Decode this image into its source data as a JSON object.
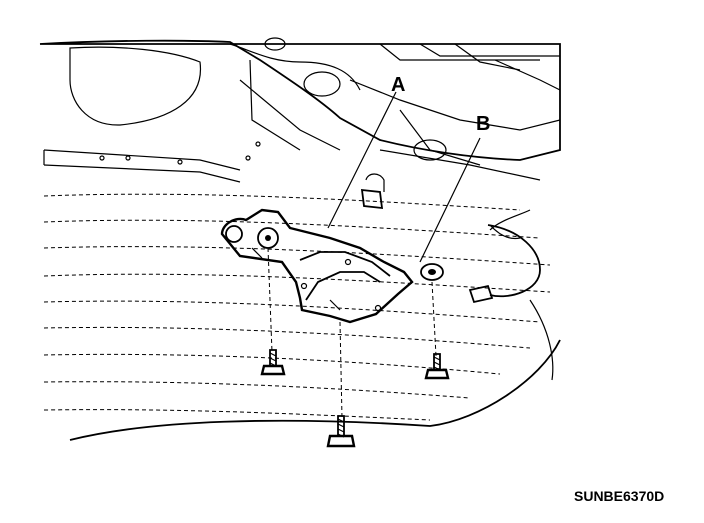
{
  "callouts": {
    "a": "A",
    "b": "B"
  },
  "figure_code": "SUNBE6370D"
}
